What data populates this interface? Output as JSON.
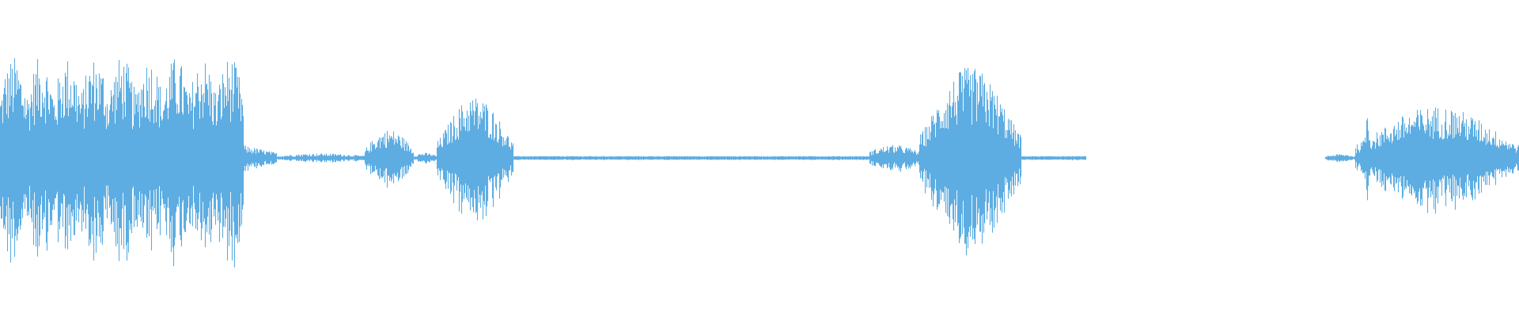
{
  "waveform": {
    "color": "#5dade2",
    "background": "#ffffff",
    "amplitude_max": 1.0,
    "duration_fraction_visible": 1.0,
    "segments": [
      {
        "start": 0.0,
        "end": 0.16,
        "peak": 0.78,
        "kind": "speech-loud"
      },
      {
        "start": 0.16,
        "end": 0.182,
        "peak": 0.1,
        "kind": "tail"
      },
      {
        "start": 0.182,
        "end": 0.24,
        "peak": 0.035,
        "kind": "quiet"
      },
      {
        "start": 0.24,
        "end": 0.272,
        "peak": 0.22,
        "kind": "speech-soft"
      },
      {
        "start": 0.272,
        "end": 0.287,
        "peak": 0.04,
        "kind": "quiet"
      },
      {
        "start": 0.287,
        "end": 0.338,
        "peak": 0.48,
        "kind": "speech-mid"
      },
      {
        "start": 0.338,
        "end": 0.572,
        "peak": 0.012,
        "kind": "silence-line"
      },
      {
        "start": 0.572,
        "end": 0.605,
        "peak": 0.1,
        "kind": "low"
      },
      {
        "start": 0.605,
        "end": 0.672,
        "peak": 0.7,
        "kind": "speech-mid"
      },
      {
        "start": 0.672,
        "end": 0.715,
        "peak": 0.012,
        "kind": "silence-line"
      },
      {
        "start": 0.872,
        "end": 0.892,
        "peak": 0.03,
        "kind": "low"
      },
      {
        "start": 0.892,
        "end": 1.0,
        "peak": 0.4,
        "kind": "speech-mid"
      }
    ],
    "spikes": [
      {
        "at": 0.003,
        "peak": 0.72
      },
      {
        "at": 0.027,
        "peak": 0.62
      },
      {
        "at": 0.068,
        "peak": 0.78
      },
      {
        "at": 0.131,
        "peak": 0.64
      },
      {
        "at": 0.309,
        "peak": 0.54
      },
      {
        "at": 0.626,
        "peak": 0.4
      },
      {
        "at": 0.65,
        "peak": 0.76
      },
      {
        "at": 0.9,
        "peak": 0.4
      }
    ]
  }
}
